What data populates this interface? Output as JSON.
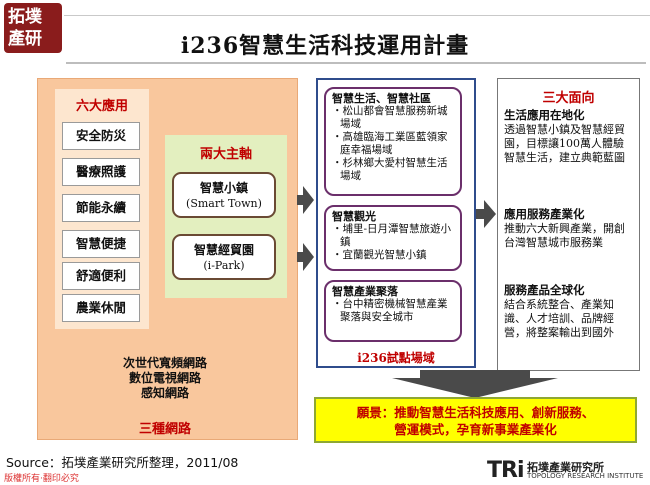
{
  "logo": {
    "line1": "拓墣",
    "line2": "產研"
  },
  "title": "i236智慧生活科技運用計畫",
  "six_apps": {
    "title": "六大應用",
    "items": [
      "安全防災",
      "醫療照護",
      "節能永續",
      "智慧便捷",
      "舒適便利",
      "農業休閒"
    ]
  },
  "two_axes": {
    "title": "兩大主軸",
    "items": [
      {
        "zh": "智慧小鎮",
        "en": "(Smart Town)"
      },
      {
        "zh": "智慧經貿園",
        "en": "(i-Park)"
      }
    ]
  },
  "networks": {
    "lines": [
      "次世代寬頻網路",
      "數位電視網路",
      "感知網路"
    ],
    "title": "三種網路"
  },
  "trial_sites": {
    "title": "i236試點場域",
    "cards": [
      {
        "heading": "智慧生活、智慧社區",
        "items": [
          "松山都會智慧服務新城場域",
          "高雄臨海工業區藍領家庭幸福場域",
          "杉林鄉大愛村智慧生活場域"
        ]
      },
      {
        "heading": "智慧觀光",
        "items": [
          "埔里-日月潭智慧旅遊小鎮",
          "宜蘭觀光智慧小鎮"
        ]
      },
      {
        "heading": "智慧產業聚落",
        "items": [
          "台中精密機械智慧產業聚落與安全城市"
        ]
      }
    ]
  },
  "three_aspects": {
    "title": "三大面向",
    "sections": [
      {
        "heading": "生活應用在地化",
        "text": "透過智慧小鎮及智慧經貿園，目標讓100萬人體驗智慧生活，建立典範藍圖"
      },
      {
        "heading": "應用服務產業化",
        "text": "推動六大新興產業，開創台灣智慧城市服務業"
      },
      {
        "heading": "服務產品全球化",
        "text": "結合系統整合、產業知識、人才培訓、品牌經營，將整案輸出到國外"
      }
    ]
  },
  "vision": {
    "line1": "願景：推動智慧生活科技應用、創新服務、",
    "line2": "營運模式，孕育新事業產業化"
  },
  "source": "Source：拓墣產業研究所整理，2011/08",
  "copyright": "版權所有‧翻印必究",
  "footer_logo": {
    "mark": "TRi",
    "cn": "拓墣產業研究所",
    "en": "TOPOLOGY RESEARCH INSTITUTE"
  },
  "colors": {
    "orange_panel": "#f9c79d",
    "green_panel": "#e3efbf",
    "blue_border": "#2f4c8c",
    "accent_red": "#c00000",
    "vision_yellow": "#ffff00",
    "arrow_gray": "#4a4a4a"
  }
}
